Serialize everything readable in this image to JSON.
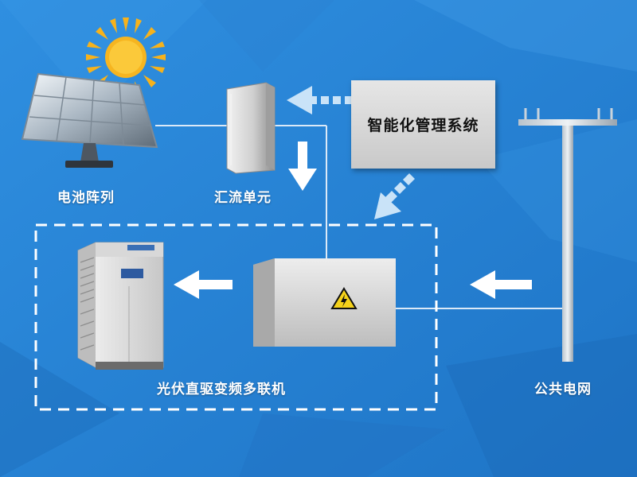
{
  "labels": {
    "solar_array": "电池阵列",
    "combiner": "汇流单元",
    "management_system": "智能化管理系统",
    "vrf_unit": "光伏直驱变频多联机",
    "public_grid": "公共电网"
  },
  "colors": {
    "background": "#2a86d6",
    "line": "#dbe9f7",
    "arrow": "#ffffff",
    "dashed_arrow": "#c9e3f8",
    "box_gray": "#c9c9c9",
    "sun_yellow": "#f7b21b",
    "hazard_yellow": "#f5d21a"
  },
  "icons": {
    "sun": "sun-icon",
    "hazard": "high-voltage-icon"
  }
}
